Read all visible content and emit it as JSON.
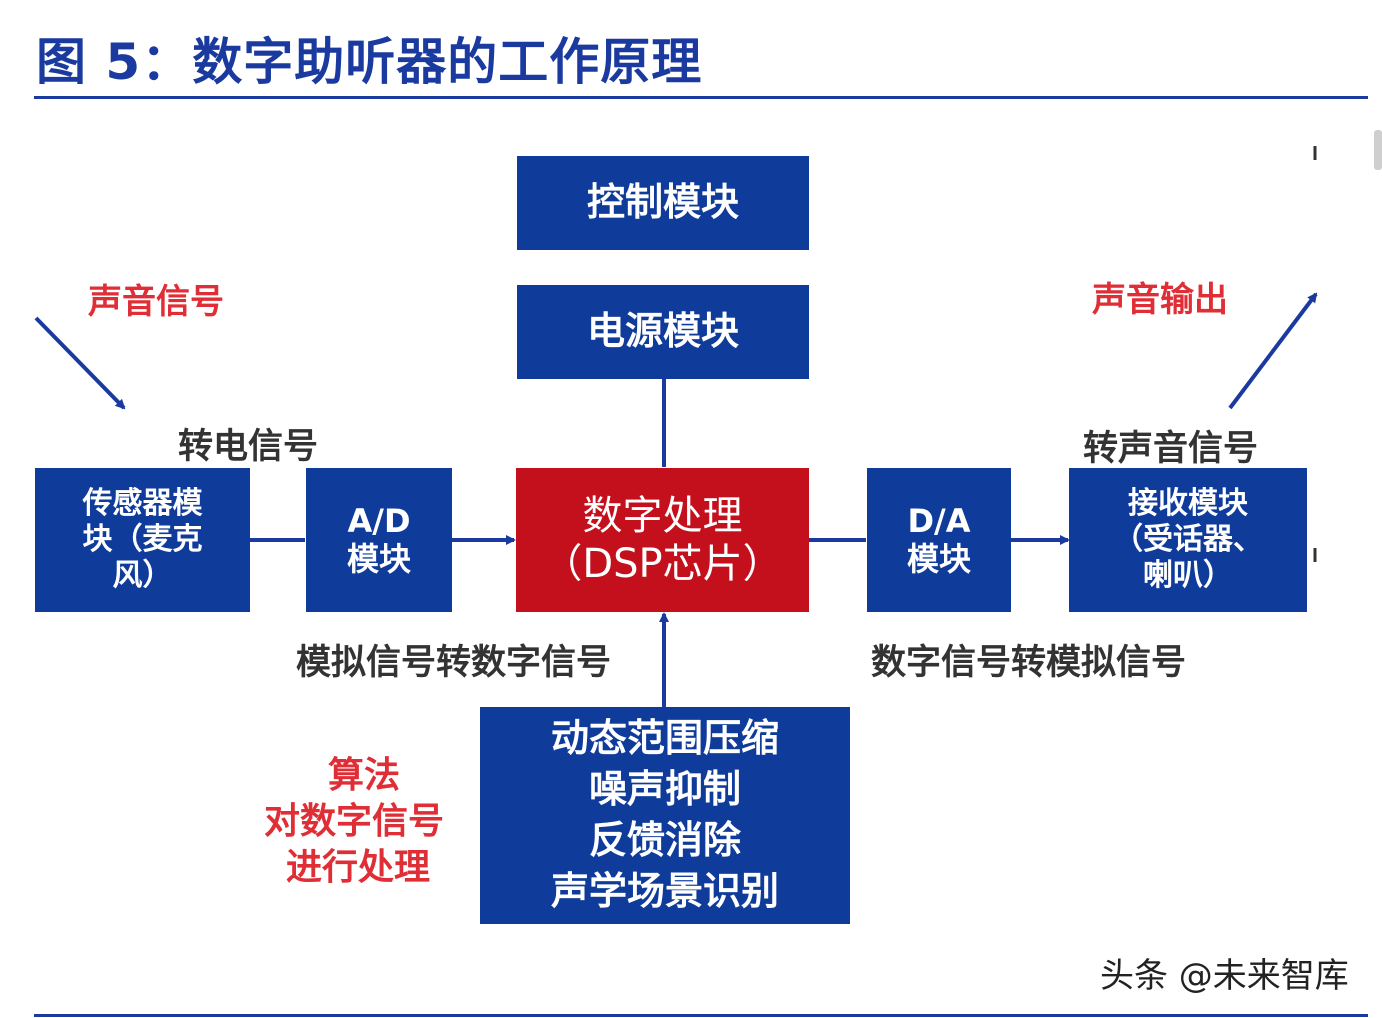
{
  "title": "图 5：数字助听器的工作原理",
  "boxes": {
    "control": "控制模块",
    "power": "电源模块",
    "sensor": [
      "传感器模",
      "块（麦克",
      "风）"
    ],
    "ad": [
      "A/D",
      "模块"
    ],
    "dsp": [
      "数字处理",
      "（DSP芯片）"
    ],
    "da": [
      "D/A",
      "模块"
    ],
    "receiver": [
      "接收模块",
      "（受话器、",
      "喇叭）"
    ],
    "algorithms": [
      "动态范围压缩",
      "噪声抑制",
      "反馈消除",
      "声学场景识别"
    ]
  },
  "labels": {
    "sound_in": "声音信号",
    "sound_out": "声音输出",
    "to_electric": "转电信号",
    "to_acoustic": "转声音信号",
    "a_to_d": "模拟信号转数字信号",
    "d_to_a": "数字信号转模拟信号",
    "algo_note": [
      "算法",
      "对数字信号",
      "进行处理"
    ]
  },
  "watermark": "头条 @未来智库",
  "colors": {
    "title_blue": "#1a3aa0",
    "box_blue": "#0f3b9a",
    "dsp_red": "#c4101c",
    "annotation_red": "#e02e36",
    "connector": "#1a3aa0"
  }
}
